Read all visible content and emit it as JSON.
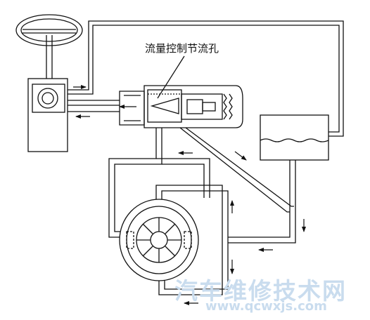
{
  "diagram": {
    "callout_label": "流量控制节流孔"
  },
  "watermark": {
    "brand": "汽车维修技术网",
    "url": "www.qcwxjs.com"
  }
}
